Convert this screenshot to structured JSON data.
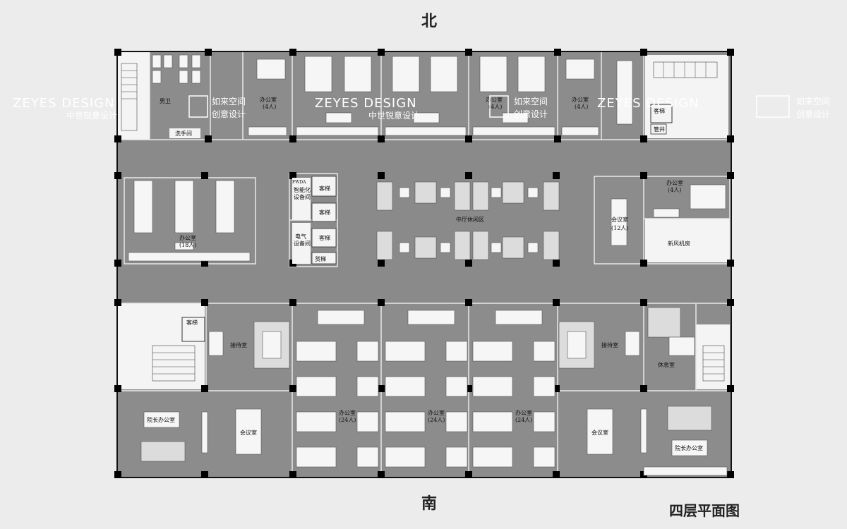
{
  "compass": {
    "north": "北",
    "south": "南"
  },
  "plan_title": "四层平面图",
  "watermarks": {
    "left": {
      "en": "ZEYES DESIGN",
      "cn": "中世锐意设计",
      "brand_cn_1": "如来空间",
      "brand_cn_2": "创意设计"
    },
    "center": {
      "en": "ZEYES DESIGN",
      "cn": "中世锐意设计",
      "brand_cn_1": "如来空间",
      "brand_cn_2": "创意设计"
    },
    "right": {
      "en": "ZEYES DESIGN",
      "brand_cn_1": "如来空间",
      "brand_cn_2": "创意设计"
    }
  },
  "rooms": {
    "women_wc": "男卫",
    "wash_room": "洗手间",
    "office_4_a": "办公室",
    "office_4_a_count": "(4人)",
    "office_4_b": "办公室",
    "office_4_b_count": "(4人)",
    "office_4_c": "办公室",
    "office_4_c_count": "(4人)",
    "elevator_top": "客梯",
    "shaft_top": "管井",
    "office_18": "办公室",
    "office_18_count": "(18人)",
    "fwd": "FWDA",
    "smart_room_1": "智能化",
    "smart_room_2": "设备间",
    "elec_room_1": "电气",
    "elec_room_2": "设备间",
    "lift_1": "客梯",
    "lift_2": "客梯",
    "lift_3": "客梯",
    "freight": "货梯",
    "lounge": "中厅休闲区",
    "meeting_12": "会议室",
    "meeting_12_count": "(12人)",
    "office_4_d": "办公室",
    "office_4_d_count": "(4人)",
    "fresh_air": "新风机房",
    "reception_left": "接待室",
    "reception_right": "接待室",
    "elevator_bottom": "客梯",
    "rest_room": "休息室",
    "office_24_a": "办公室",
    "office_24_a_count": "(24人)",
    "office_24_b": "办公室",
    "office_24_b_count": "(24人)",
    "office_24_c": "办公室",
    "office_24_c_count": "(24人)",
    "dean_left": "院长办公室",
    "meeting_left": "会议室",
    "meeting_right": "会议室",
    "dean_right": "院长办公室"
  }
}
